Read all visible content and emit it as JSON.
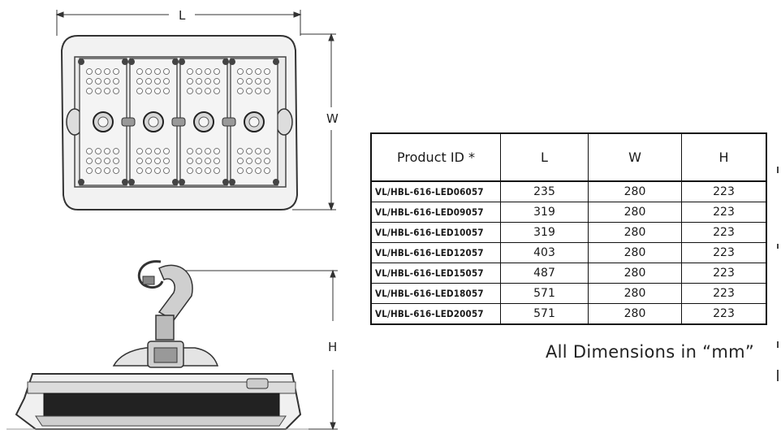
{
  "drawing": {
    "dimension_labels": {
      "length": "L",
      "width": "W",
      "height": "H"
    }
  },
  "spec_table": {
    "headers": [
      "Product ID *",
      "L",
      "W",
      "H"
    ],
    "rows": [
      [
        "VL/HBL-616-LED06057",
        "235",
        "280",
        "223"
      ],
      [
        "VL/HBL-616-LED09057",
        "319",
        "280",
        "223"
      ],
      [
        "VL/HBL-616-LED10057",
        "319",
        "280",
        "223"
      ],
      [
        "VL/HBL-616-LED12057",
        "403",
        "280",
        "223"
      ],
      [
        "VL/HBL-616-LED15057",
        "487",
        "280",
        "223"
      ],
      [
        "VL/HBL-616-LED18057",
        "571",
        "280",
        "223"
      ],
      [
        "VL/HBL-616-LED20057",
        "571",
        "280",
        "223"
      ]
    ]
  },
  "note": "All Dimensions in “mm”"
}
